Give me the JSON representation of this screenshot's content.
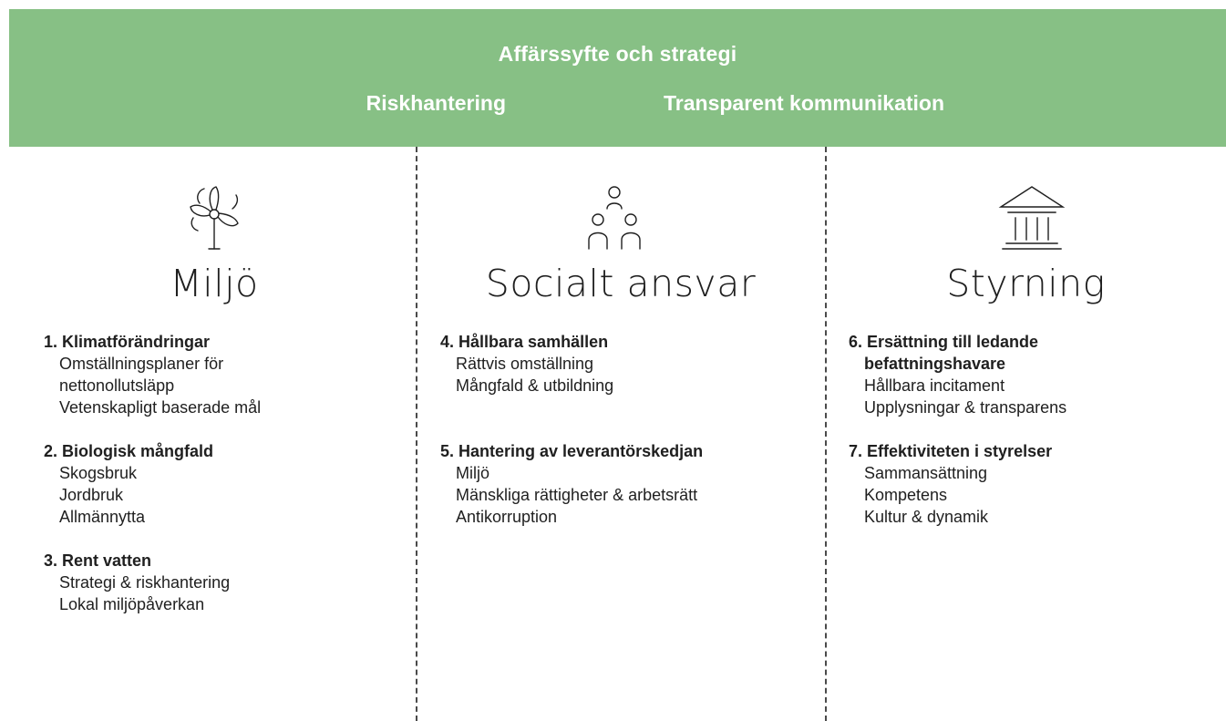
{
  "banner": {
    "title": "Affärssyfte och strategi",
    "left": "Riskhantering",
    "right": "Transparent kommunikation",
    "color": "#87c085"
  },
  "columns": [
    {
      "heading": "Miljö",
      "icon": "wind-turbine-icon",
      "topics": [
        {
          "title": "1. Klimatförändringar",
          "items": [
            "Omställningsplaner för",
            "nettonollutsläpp",
            "Vetenskapligt baserade mål"
          ]
        },
        {
          "title": "2. Biologisk mångfald",
          "items": [
            "Skogsbruk",
            "Jordbruk",
            "Allmännytta"
          ]
        },
        {
          "title": "3. Rent vatten",
          "items": [
            "Strategi & riskhantering",
            "Lokal miljöpåverkan"
          ]
        }
      ]
    },
    {
      "heading": "Socialt ansvar",
      "icon": "people-group-icon",
      "topics": [
        {
          "title": "4. Hållbara samhällen",
          "items": [
            "Rättvis omställning",
            "Mångfald & utbildning"
          ]
        },
        {
          "title": "5. Hantering av leverantörskedjan",
          "items": [
            "Miljö",
            "Mänskliga rättigheter & arbetsrätt",
            "Antikorruption"
          ]
        }
      ]
    },
    {
      "heading": "Styrning",
      "icon": "institution-building-icon",
      "topics": [
        {
          "title": "6. Ersättning till ledande",
          "title_cont": "befattningshavare",
          "items": [
            "Hållbara incitament",
            "Upplysningar & transparens"
          ]
        },
        {
          "title": "7. Effektiviteten i styrelser",
          "items": [
            "Sammansättning",
            "Kompetens",
            "Kultur & dynamik"
          ]
        }
      ]
    }
  ]
}
